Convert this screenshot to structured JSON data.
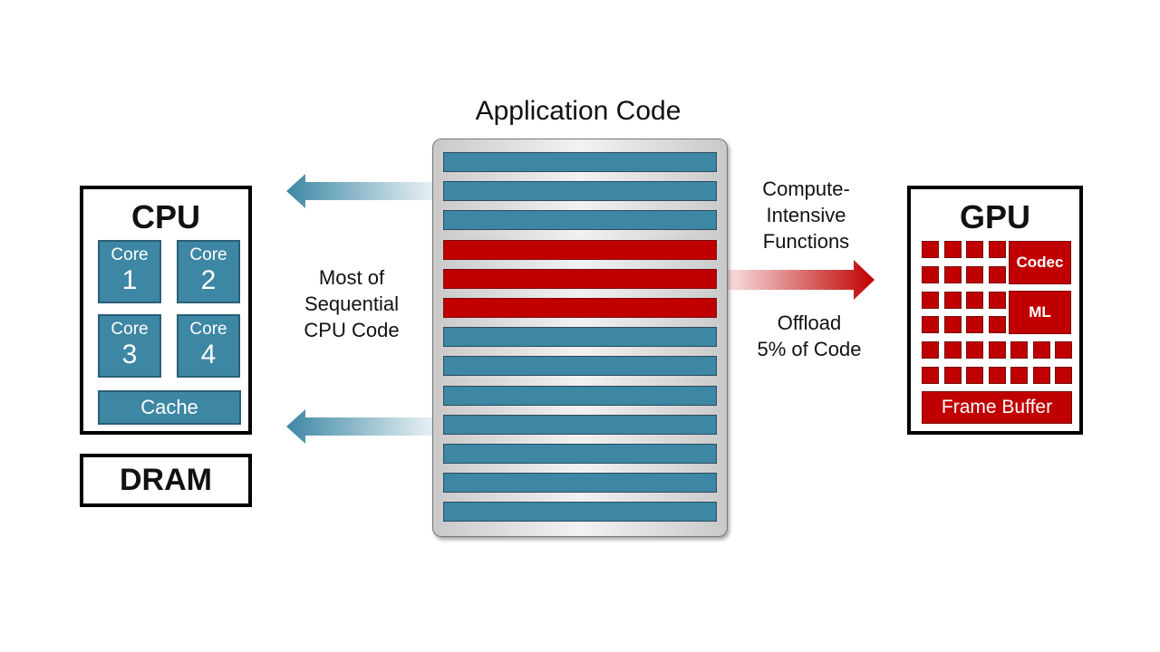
{
  "title": "Application Code",
  "code_rows": [
    "cpu",
    "cpu",
    "cpu",
    "gpu",
    "gpu",
    "gpu",
    "cpu",
    "cpu",
    "cpu",
    "cpu",
    "cpu",
    "cpu",
    "cpu"
  ],
  "cpu": {
    "title": "CPU",
    "cores": [
      {
        "label": "Core",
        "number": "1"
      },
      {
        "label": "Core",
        "number": "2"
      },
      {
        "label": "Core",
        "number": "3"
      },
      {
        "label": "Core",
        "number": "4"
      }
    ],
    "cache": "Cache"
  },
  "dram": "DRAM",
  "gpu": {
    "title": "GPU",
    "codec": "Codec",
    "ml": "ML",
    "frame_buffer": "Frame Buffer"
  },
  "labels": {
    "sequential": [
      "Most of",
      "Sequential",
      "CPU Code"
    ],
    "compute": [
      "Compute-",
      "Intensive",
      "Functions"
    ],
    "offload": [
      "Offload",
      "5% of Code"
    ]
  },
  "colors": {
    "cpu_blue": "#3d87a4",
    "gpu_red": "#c00000"
  },
  "icons": {
    "to_cpu_arrows": "arrow-left-icon",
    "to_gpu_arrow": "arrow-right-icon"
  }
}
